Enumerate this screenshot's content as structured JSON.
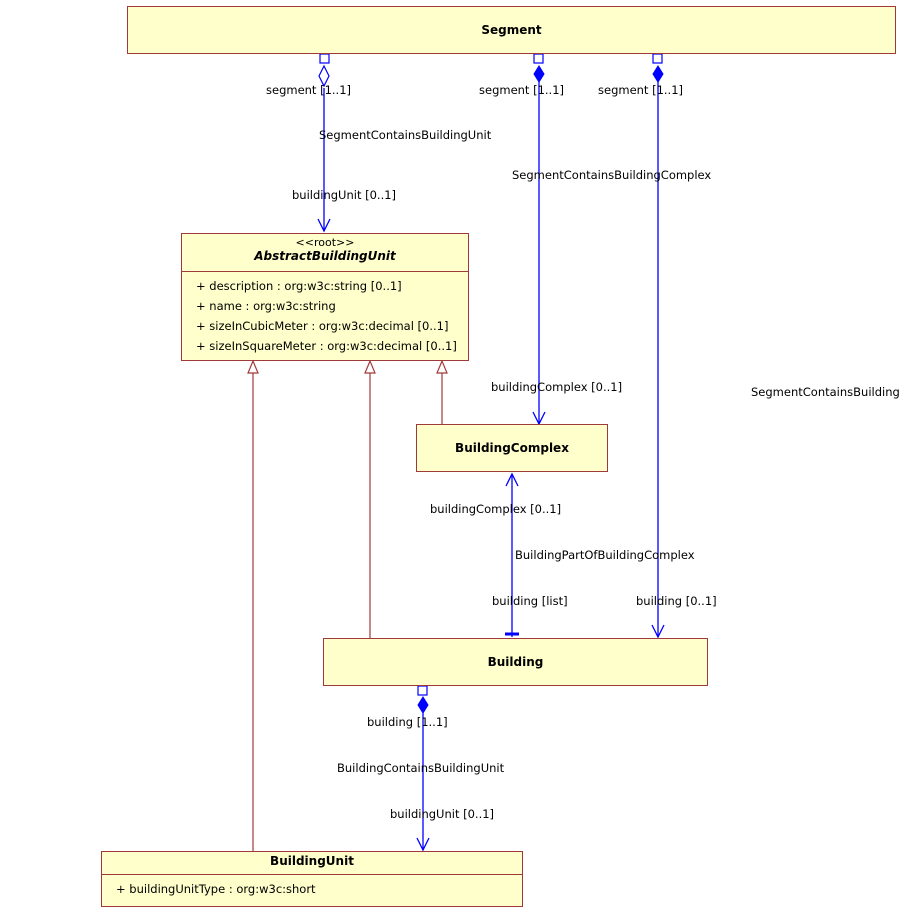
{
  "classes": {
    "segment": {
      "name": "Segment"
    },
    "abstract_building_unit": {
      "stereotype": "<<root>>",
      "name": "AbstractBuildingUnit",
      "attributes": [
        "+ description : org:w3c:string [0..1]",
        "+ name : org:w3c:string",
        "+ sizeInCubicMeter : org:w3c:decimal [0..1]",
        "+ sizeInSquareMeter : org:w3c:decimal [0..1]"
      ]
    },
    "building_complex": {
      "name": "BuildingComplex"
    },
    "building": {
      "name": "Building"
    },
    "building_unit": {
      "name": "BuildingUnit",
      "attributes": [
        "+ buildingUnitType : org:w3c:short"
      ]
    }
  },
  "associations": {
    "seg_bu": {
      "name": "SegmentContainsBuildingUnit",
      "source_role": "segment [1..1]",
      "target_role": "buildingUnit [0..1]"
    },
    "seg_bc": {
      "name": "SegmentContainsBuildingComplex",
      "source_role": "segment [1..1]",
      "target_role": "buildingComplex [0..1]"
    },
    "seg_b": {
      "name": "SegmentContainsBuilding",
      "source_role": "segment [1..1]",
      "target_role": "building [0..1]"
    },
    "b_bc": {
      "name": "BuildingPartOfBuildingComplex",
      "source_role": "building [list]",
      "target_role": "buildingComplex [0..1]"
    },
    "b_bu": {
      "name": "BuildingContainsBuildingUnit",
      "source_role": "building [1..1]",
      "target_role": "buildingUnit [0..1]"
    }
  },
  "colors": {
    "class_fill": "#ffffcc",
    "class_border": "#a03a3a",
    "association": "#0000ff",
    "generalization": "#a03a3a"
  }
}
